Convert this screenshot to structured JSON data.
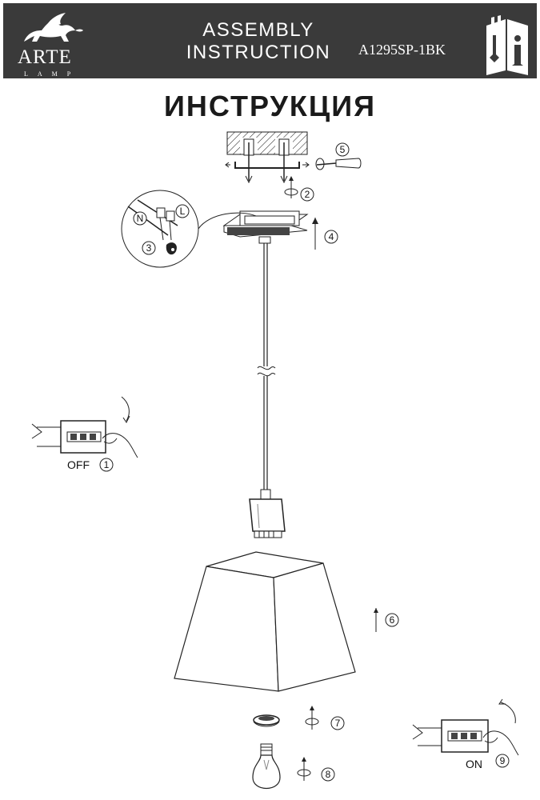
{
  "header": {
    "brand_name": "ARTE",
    "brand_sub": "LAMP",
    "title_line1": "ASSEMBLY",
    "title_line2": "INSTRUCTION",
    "model": "A1295SP-1BK",
    "info_icon": "info-book-icon",
    "background": "#3a3a3a"
  },
  "title": "ИНСТРУКЦИЯ",
  "labels": {
    "off": "OFF",
    "on": "ON",
    "neutral": "N",
    "live": "L"
  },
  "steps": [
    "1",
    "2",
    "3",
    "4",
    "5",
    "6",
    "7",
    "8",
    "9"
  ]
}
